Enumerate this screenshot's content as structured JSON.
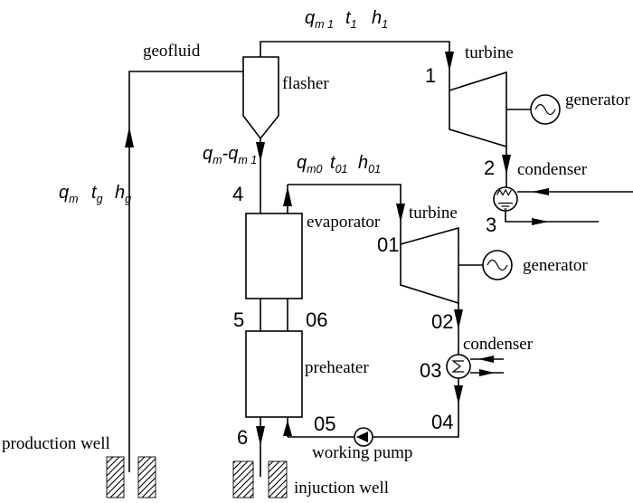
{
  "diagram": {
    "kind": "double-flash geothermal / binary power plant flow schematic",
    "colors": {
      "line": "#000000",
      "background": "#ffffff"
    },
    "equipment": {
      "geofluid": "geofluid",
      "flasher": "flasher",
      "turbine1": "turbine",
      "generator1": "generator",
      "condenser1": "condenser",
      "evaporator": "evaporator",
      "turbine2": "turbine",
      "generator2": "generator",
      "condenser2": "condenser",
      "preheater": "preheater",
      "working_pump": "working pump",
      "production_well": "production well",
      "injection_well": "injuction well"
    },
    "state_points": {
      "s1": "1",
      "s2": "2",
      "s3": "3",
      "s4": "4",
      "s5": "5",
      "s6": "6",
      "s01": "01",
      "s02": "02",
      "s03": "03",
      "s04": "04",
      "s05": "05",
      "s06": "06"
    },
    "math": {
      "steam": {
        "q": "q",
        "q_sub": "m 1",
        "t": "t",
        "t_sub": "1",
        "h": "h",
        "h_sub": "1"
      },
      "vapor": {
        "q": "q",
        "q_sub": "m0",
        "t": "t",
        "t_sub": "01",
        "h": "h",
        "h_sub": "01"
      },
      "geo": {
        "q": "q",
        "q_sub": "m",
        "t": "t",
        "t_sub": "g",
        "h": "h",
        "h_sub": "g"
      },
      "brine": {
        "q1": "q",
        "q1_sub": "m",
        "q2": "-q",
        "q2_sub": "m 1"
      }
    }
  }
}
